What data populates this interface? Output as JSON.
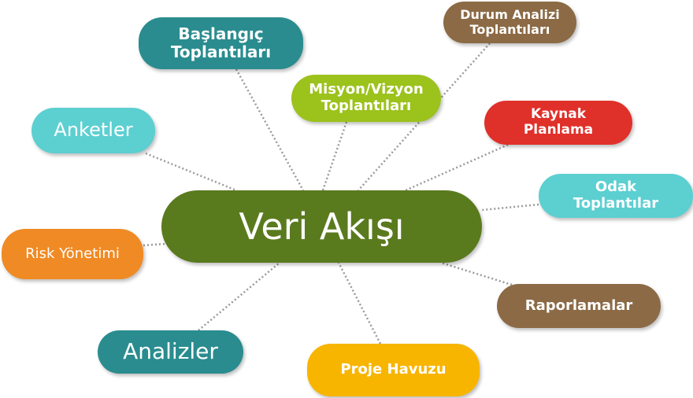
{
  "center": {
    "label": "Veri Akışı",
    "color": "#5a7a1e"
  },
  "nodes": [
    {
      "id": "n-baslangic",
      "label": "Başlangıç\nToplantıları",
      "color": "#2a8c8f",
      "bold": true
    },
    {
      "id": "n-durum",
      "label": "Durum Analizi\nToplantıları",
      "color": "#8b6a45",
      "bold": true
    },
    {
      "id": "n-misyon",
      "label": "Misyon/Vizyon\nToplantıları",
      "color": "#9cc21c",
      "bold": true
    },
    {
      "id": "n-kaynak",
      "label": "Kaynak\nPlanlama",
      "color": "#e0302a",
      "bold": true
    },
    {
      "id": "n-anketler",
      "label": "Anketler",
      "color": "#5ccfd1",
      "bold": false
    },
    {
      "id": "n-odak",
      "label": "Odak\nToplantılar",
      "color": "#5ccfd1",
      "bold": true
    },
    {
      "id": "n-risk",
      "label": "Risk Yönetimi",
      "color": "#f08a24",
      "bold": false
    },
    {
      "id": "n-rapor",
      "label": "Raporlamalar",
      "color": "#8b6a45",
      "bold": true
    },
    {
      "id": "n-analiz",
      "label": "Analizler",
      "color": "#2a8c8f",
      "bold": false
    },
    {
      "id": "n-proje",
      "label": "Proje Havuzu",
      "color": "#f7b500",
      "bold": true
    }
  ],
  "link_color": "#9a9a9a"
}
